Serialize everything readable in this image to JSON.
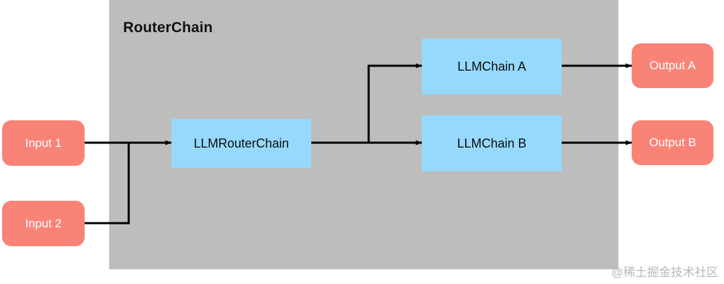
{
  "diagram": {
    "title": "RouterChain",
    "container": {
      "label": "RouterChain",
      "fill": "#bdbdbd"
    },
    "colors": {
      "io_fill": "#f98377",
      "io_text": "#ffffff",
      "chain_fill": "#96d9fc",
      "chain_text": "#0d0d0d",
      "container_fill": "#bdbdbd",
      "connector": "#000000",
      "background": "#ffffff",
      "watermark_text": "#b9b9b9"
    },
    "nodes": [
      {
        "id": "input-1",
        "label": "Input 1",
        "type": "io",
        "shape": "rounded-rect"
      },
      {
        "id": "input-2",
        "label": "Input 2",
        "type": "io",
        "shape": "rounded-rect"
      },
      {
        "id": "router",
        "label": "LLMRouterChain",
        "type": "chain",
        "shape": "rect"
      },
      {
        "id": "chain-a",
        "label": "LLMChain A",
        "type": "chain",
        "shape": "rect"
      },
      {
        "id": "chain-b",
        "label": "LLMChain B",
        "type": "chain",
        "shape": "rect"
      },
      {
        "id": "output-a",
        "label": "Output A",
        "type": "io",
        "shape": "rounded-rect"
      },
      {
        "id": "output-b",
        "label": "Output B",
        "type": "io",
        "shape": "rounded-rect"
      }
    ],
    "edges": [
      {
        "id": "edge-input1-router",
        "from": "input-1",
        "to": "router",
        "arrow": true
      },
      {
        "id": "edge-input2-router",
        "from": "input-2",
        "to": "router",
        "arrow": false
      },
      {
        "id": "edge-router-chain-a",
        "from": "router",
        "to": "chain-a",
        "arrow": true
      },
      {
        "id": "edge-router-chain-b",
        "from": "router",
        "to": "chain-b",
        "arrow": true
      },
      {
        "id": "edge-chain-a-output",
        "from": "chain-a",
        "to": "output-a",
        "arrow": true
      },
      {
        "id": "edge-chain-b-output",
        "from": "chain-b",
        "to": "output-b",
        "arrow": true
      }
    ]
  },
  "watermark": {
    "text": "@稀土掘金技术社区"
  }
}
